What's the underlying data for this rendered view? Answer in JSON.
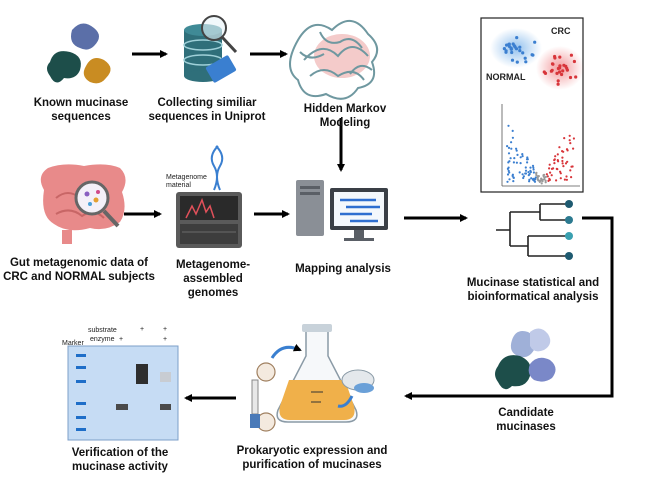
{
  "labels": {
    "known": "Known mucinase\nsequences",
    "collect": "Collecting similiar\nsequences in Uniprot",
    "hmm": "Hidden Markov Modeling",
    "gut": "Gut metagenomic data of\nCRC and NORMAL subjects",
    "mag": "Metagenome-\nassembled genomes",
    "mapping": "Mapping analysis",
    "stat": "Mucinase statistical and\nbioinformatical analysis",
    "candidate": "Candidate\nmucinases",
    "expression": "Prokaryotic expression  and\npurification of mucinases",
    "verify": "Verification of the\nmucinase activity"
  },
  "panel": {
    "crc": "CRC",
    "normal": "NORMAL"
  },
  "sequencer": {
    "material": "Metagenome\nmaterial"
  },
  "gel": {
    "substrate": "substrate",
    "enzyme": "enzyme",
    "marker": "Marker",
    "plus": "+"
  },
  "colors": {
    "crc_red": "#d8353a",
    "normal_blue": "#3b7fd0",
    "gel_blue": "#1e6ec8",
    "flask_liquid": "#f0b04a"
  }
}
